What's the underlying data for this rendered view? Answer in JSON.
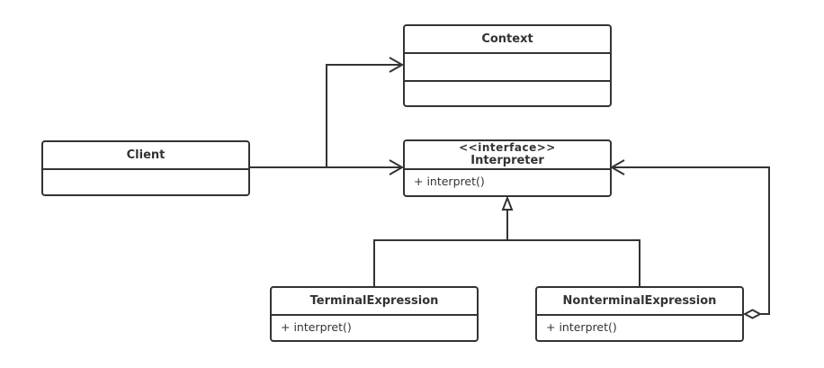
{
  "classes": {
    "context": {
      "name": "Context",
      "operation": ""
    },
    "client": {
      "name": "Client",
      "operation": ""
    },
    "interpreter": {
      "stereotype": "<<interface>>",
      "name": "Interpreter",
      "operation": "+ interpret()"
    },
    "terminal": {
      "name": "TerminalExpression",
      "operation": "+ interpret()"
    },
    "nonterminal": {
      "name": "NonterminalExpression",
      "operation": "+ interpret()"
    }
  },
  "relationships": [
    {
      "from": "Client",
      "to": "Context",
      "kind": "association"
    },
    {
      "from": "Client",
      "to": "Interpreter",
      "kind": "association"
    },
    {
      "from": "TerminalExpression",
      "to": "Interpreter",
      "kind": "realization"
    },
    {
      "from": "NonterminalExpression",
      "to": "Interpreter",
      "kind": "realization"
    },
    {
      "from": "NonterminalExpression",
      "to": "Interpreter",
      "kind": "aggregation"
    }
  ],
  "colors": {
    "line": "#333333",
    "background": "#ffffff"
  }
}
